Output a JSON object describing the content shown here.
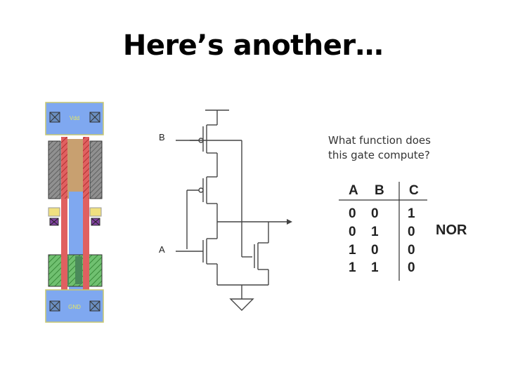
{
  "slide": {
    "title": "Here’s another…"
  },
  "layout": {
    "vdd_label": "Vdd",
    "gnd_label": "GND"
  },
  "schematic": {
    "input_b": "B",
    "input_a": "A"
  },
  "question": {
    "line1": "What function does",
    "line2": "this gate compute?"
  },
  "truth_table": {
    "headers": [
      "A",
      "B",
      "C"
    ],
    "rows": [
      [
        "0",
        "0",
        "1"
      ],
      [
        "0",
        "1",
        "0"
      ],
      [
        "1",
        "0",
        "0"
      ],
      [
        "1",
        "1",
        "0"
      ]
    ]
  },
  "answer": "NOR",
  "colors": {
    "metal": "#7fa8f0",
    "poly": "#e06060",
    "diffusion": "#c8a070",
    "contact": "#6a8ec0"
  }
}
